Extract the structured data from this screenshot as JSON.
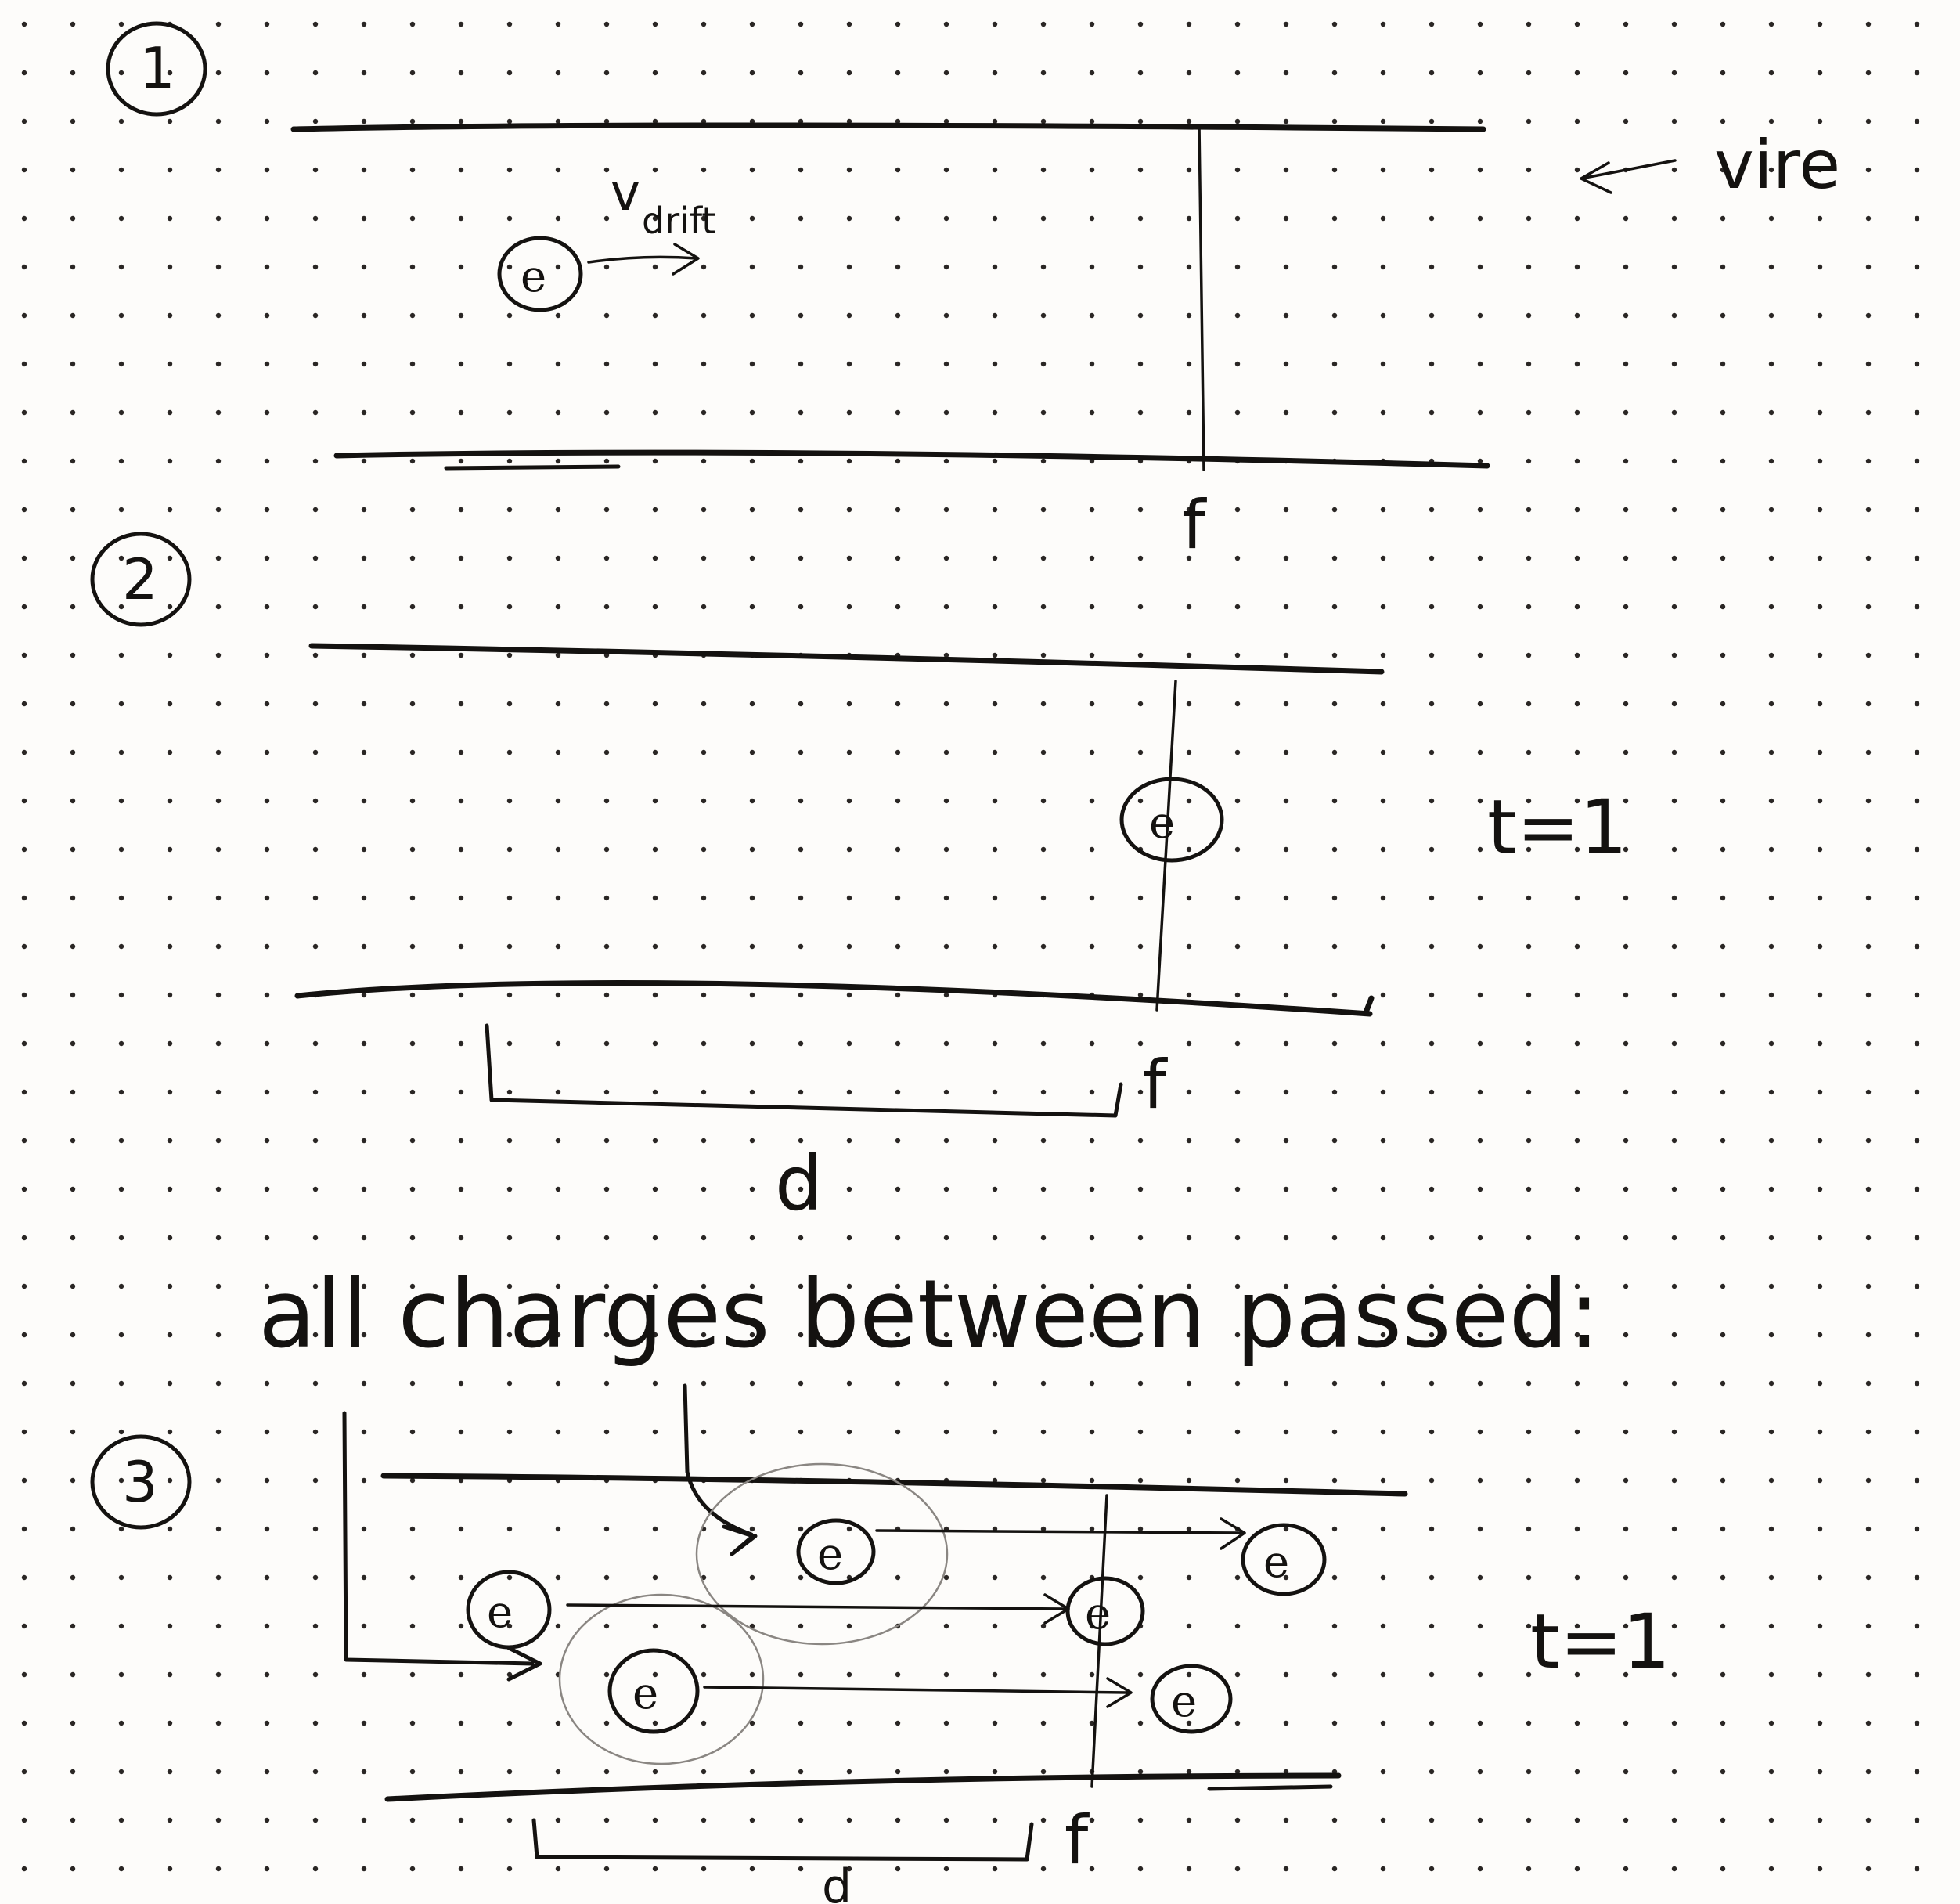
{
  "steps": [
    {
      "number": "1",
      "wire_label": "vire",
      "electron_label": "e",
      "velocity_label": "v",
      "velocity_sub": "drift",
      "point_label": "f"
    },
    {
      "number": "2",
      "electron_label": "e",
      "time_label": "t=1",
      "point_label": "f",
      "distance_label": "d"
    },
    {
      "number": "3",
      "electron_label": "e",
      "time_label": "t=1",
      "point_label": "f",
      "distance_label": "d"
    }
  ],
  "annotation": "all charges between passed:"
}
